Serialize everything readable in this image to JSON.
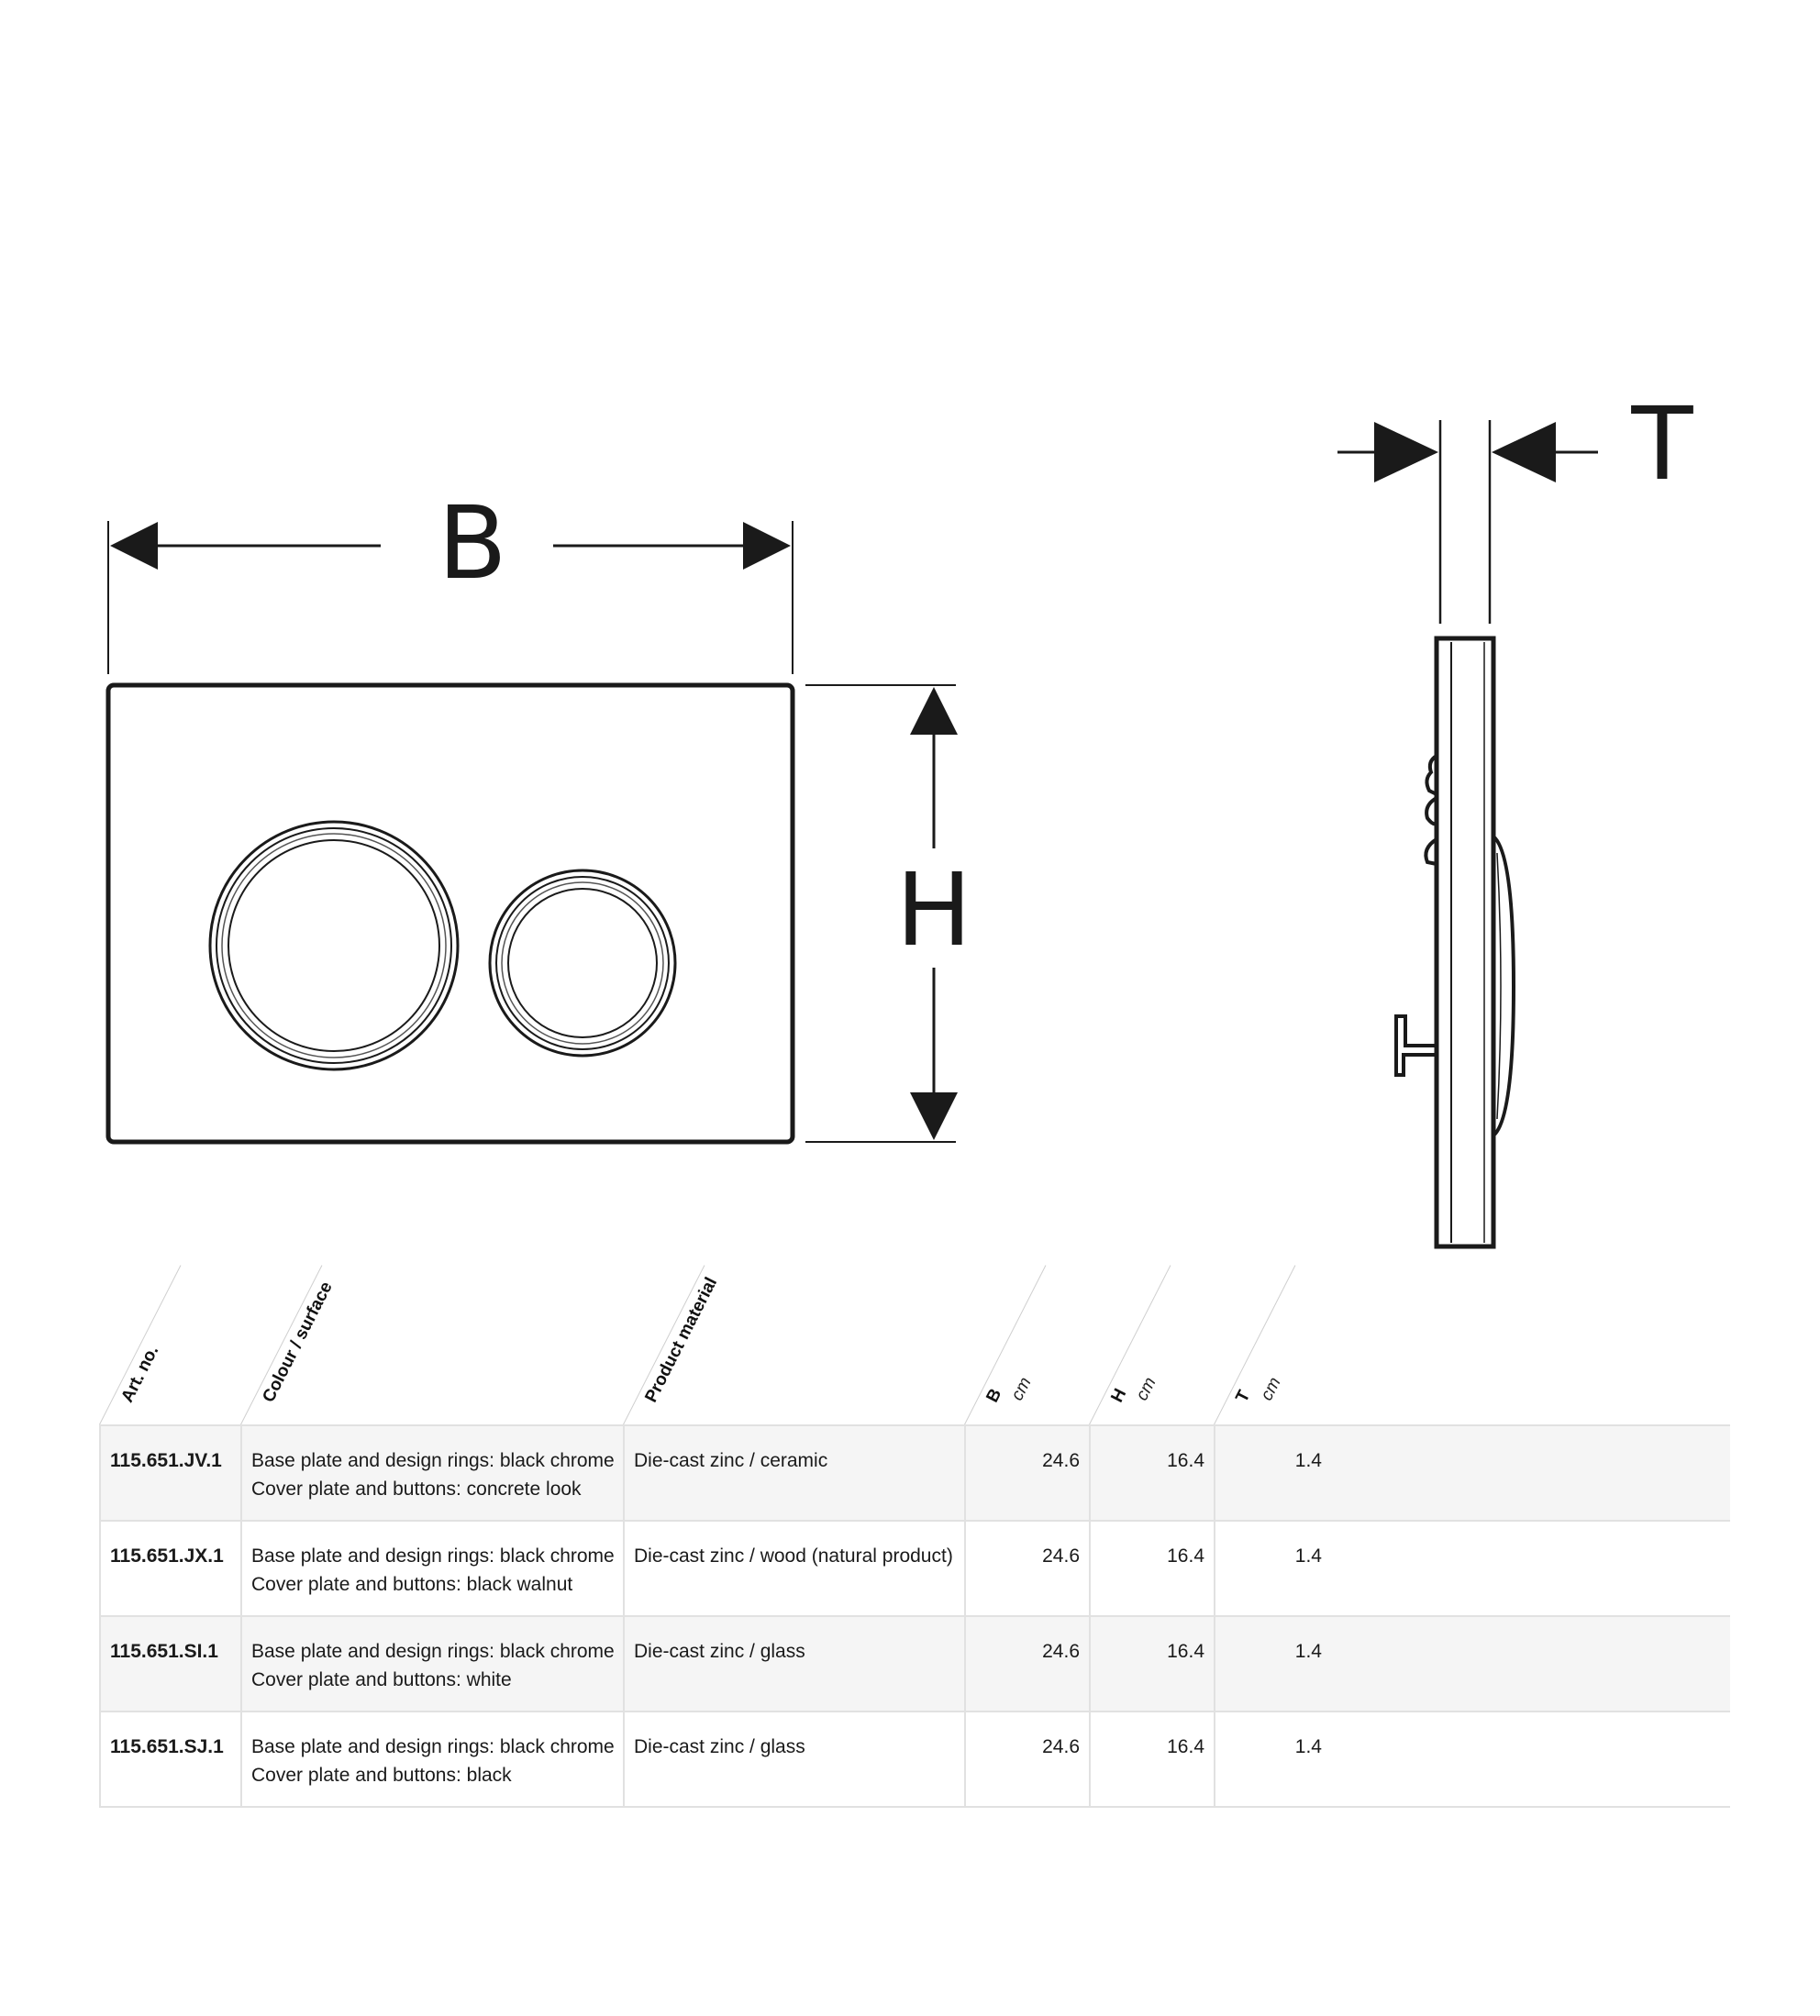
{
  "dimension_labels": {
    "width": "B",
    "height": "H",
    "depth": "T"
  },
  "table": {
    "headers": {
      "art_no": "Art. no.",
      "colour_surface": "Colour / surface",
      "product_material": "Product material",
      "b": "B",
      "h": "H",
      "t": "T",
      "unit": "cm"
    },
    "rows": [
      {
        "art_no": "115.651.JV.1",
        "colour_line1": "Base plate and design rings: black chrome",
        "colour_line2": "Cover plate and buttons: concrete look",
        "material": "Die-cast zinc / ceramic",
        "b": "24.6",
        "h": "16.4",
        "t": "1.4"
      },
      {
        "art_no": "115.651.JX.1",
        "colour_line1": "Base plate and design rings: black chrome",
        "colour_line2": "Cover plate and buttons: black walnut",
        "material": "Die-cast zinc / wood (natural product)",
        "b": "24.6",
        "h": "16.4",
        "t": "1.4"
      },
      {
        "art_no": "115.651.SI.1",
        "colour_line1": "Base plate and design rings: black chrome",
        "colour_line2": "Cover plate and buttons: white",
        "material": "Die-cast zinc / glass",
        "b": "24.6",
        "h": "16.4",
        "t": "1.4"
      },
      {
        "art_no": "115.651.SJ.1",
        "colour_line1": "Base plate and design rings: black chrome",
        "colour_line2": "Cover plate and buttons: black",
        "material": "Die-cast zinc / glass",
        "b": "24.6",
        "h": "16.4",
        "t": "1.4"
      }
    ]
  }
}
